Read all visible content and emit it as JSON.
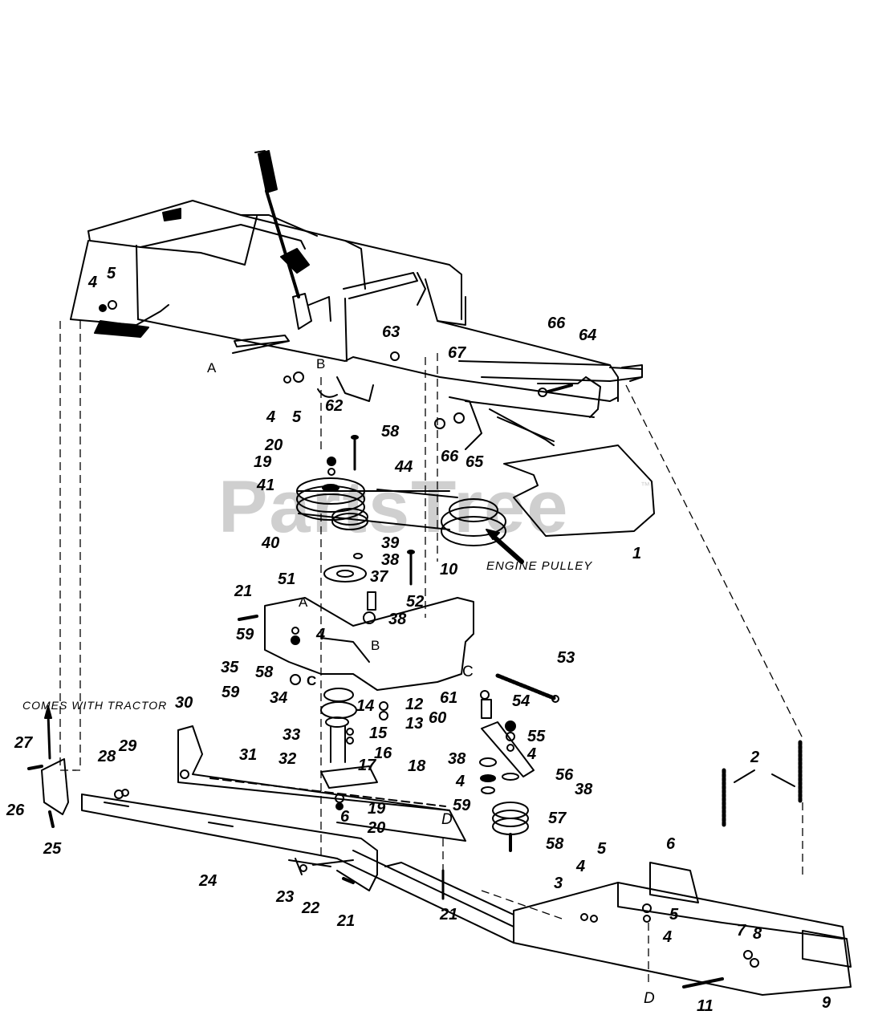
{
  "watermark": "PartsTree",
  "watermark_mark": "™",
  "labels": {
    "engine_pulley": "ENGINE PULLEY",
    "comes_with_tractor": "COMES WITH TRACTOR"
  },
  "letters": {
    "a": "A",
    "b": "B",
    "c": "C",
    "d": "D"
  },
  "callouts": {
    "p1": "1",
    "p2": "2",
    "p3": "3",
    "p4": "4",
    "p5": "5",
    "p6": "6",
    "p7": "7",
    "p8": "8",
    "p9": "9",
    "p10": "10",
    "p11": "11",
    "p12": "12",
    "p13": "13",
    "p14": "14",
    "p15": "15",
    "p16": "16",
    "p17": "17",
    "p18": "18",
    "p19": "19",
    "p20": "20",
    "p21": "21",
    "p22": "22",
    "p23": "23",
    "p24": "24",
    "p25": "25",
    "p26": "26",
    "p27": "27",
    "p28": "28",
    "p29": "29",
    "p30": "30",
    "p31": "31",
    "p32": "32",
    "p33": "33",
    "p34": "34",
    "p35": "35",
    "p37": "37",
    "p38": "38",
    "p39": "39",
    "p40": "40",
    "p41": "41",
    "p44": "44",
    "p51": "51",
    "p52": "52",
    "p53": "53",
    "p54": "54",
    "p55": "55",
    "p56": "56",
    "p57": "57",
    "p58": "58",
    "p59": "59",
    "p60": "60",
    "p61": "61",
    "p62": "62",
    "p63": "63",
    "p64": "64",
    "p65": "65",
    "p66": "66",
    "p67": "67"
  }
}
